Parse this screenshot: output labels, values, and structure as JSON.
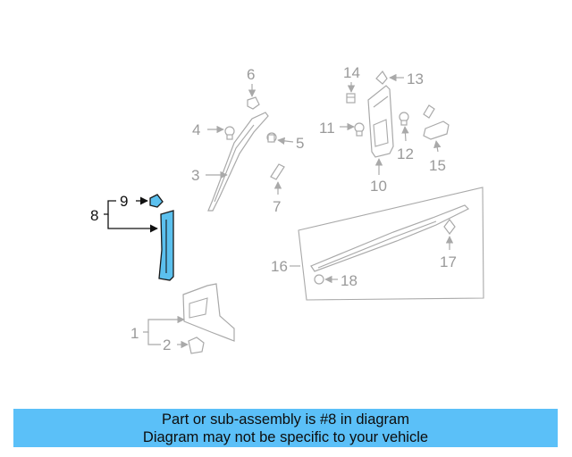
{
  "callouts": {
    "c1": "1",
    "c2": "2",
    "c3": "3",
    "c4": "4",
    "c5": "5",
    "c6": "6",
    "c7": "7",
    "c8": "8",
    "c9": "9",
    "c10": "10",
    "c11": "11",
    "c12": "12",
    "c13": "13",
    "c14": "14",
    "c15": "15",
    "c16": "16",
    "c17": "17",
    "c18": "18"
  },
  "highlight_color": "#5bc0ee",
  "banner": {
    "line1": "Part or sub-assembly is #8 in diagram",
    "line2": "Diagram may not be specific to your vehicle",
    "background": "#5bc0f8"
  }
}
